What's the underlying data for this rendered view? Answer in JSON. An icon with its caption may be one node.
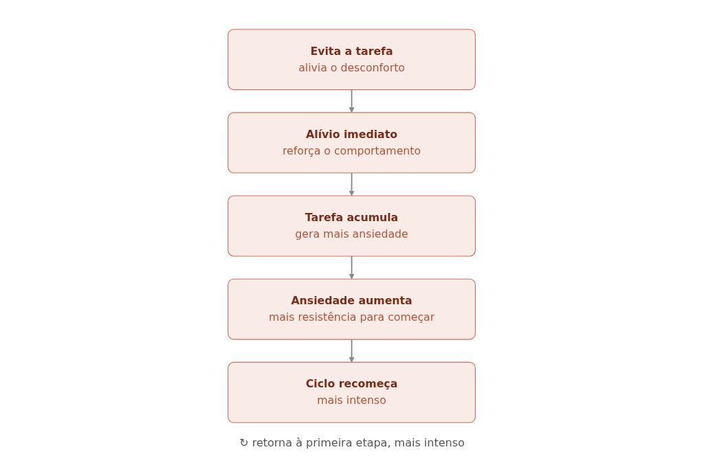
{
  "diagram": {
    "nodes": [
      {
        "text": [
          "Evita a tarefa",
          "alivia o desconforto"
        ]
      },
      {
        "text": [
          "Alívio imediato",
          "reforça o comportamento"
        ]
      },
      {
        "text": [
          "Tarefa acumula",
          "gera mais ansiedade"
        ]
      },
      {
        "text": [
          "Ansiedade aumenta",
          "mais resistência para começar"
        ]
      },
      {
        "text": [
          "Ciclo recomeça",
          "mais intenso"
        ]
      }
    ],
    "edges": [
      {
        "from": 0,
        "to": 1,
        "arrow": "to"
      },
      {
        "from": 1,
        "to": 2,
        "arrow": "to"
      },
      {
        "from": 2,
        "to": 3,
        "arrow": "to"
      },
      {
        "from": 3,
        "to": 4,
        "arrow": "to"
      }
    ],
    "caption": "↻ retorna à primeira etapa, mais intenso"
  }
}
